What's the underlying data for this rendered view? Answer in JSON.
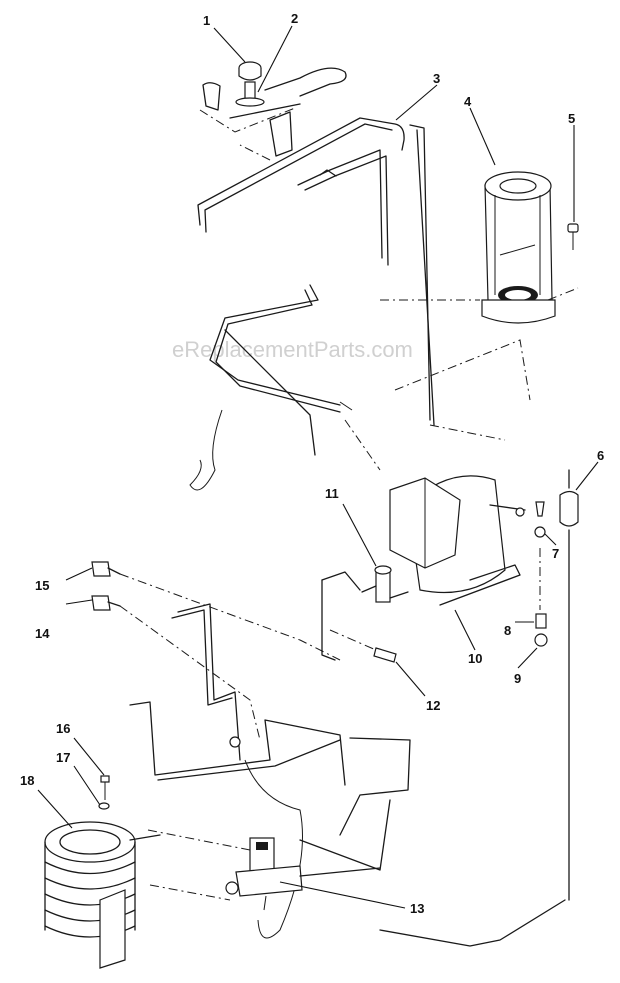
{
  "watermark": "eReplacementParts.com",
  "callouts": [
    {
      "id": "1",
      "label": "1"
    },
    {
      "id": "2",
      "label": "2"
    },
    {
      "id": "3",
      "label": "3"
    },
    {
      "id": "4",
      "label": "4"
    },
    {
      "id": "5",
      "label": "5"
    },
    {
      "id": "6",
      "label": "6"
    },
    {
      "id": "7",
      "label": "7"
    },
    {
      "id": "8",
      "label": "8"
    },
    {
      "id": "9",
      "label": "9"
    },
    {
      "id": "10",
      "label": "10"
    },
    {
      "id": "11",
      "label": "11"
    },
    {
      "id": "12",
      "label": "12"
    },
    {
      "id": "13",
      "label": "13"
    },
    {
      "id": "14",
      "label": "14"
    },
    {
      "id": "15",
      "label": "15"
    },
    {
      "id": "16",
      "label": "16"
    },
    {
      "id": "17",
      "label": "17"
    },
    {
      "id": "18",
      "label": "18"
    }
  ]
}
